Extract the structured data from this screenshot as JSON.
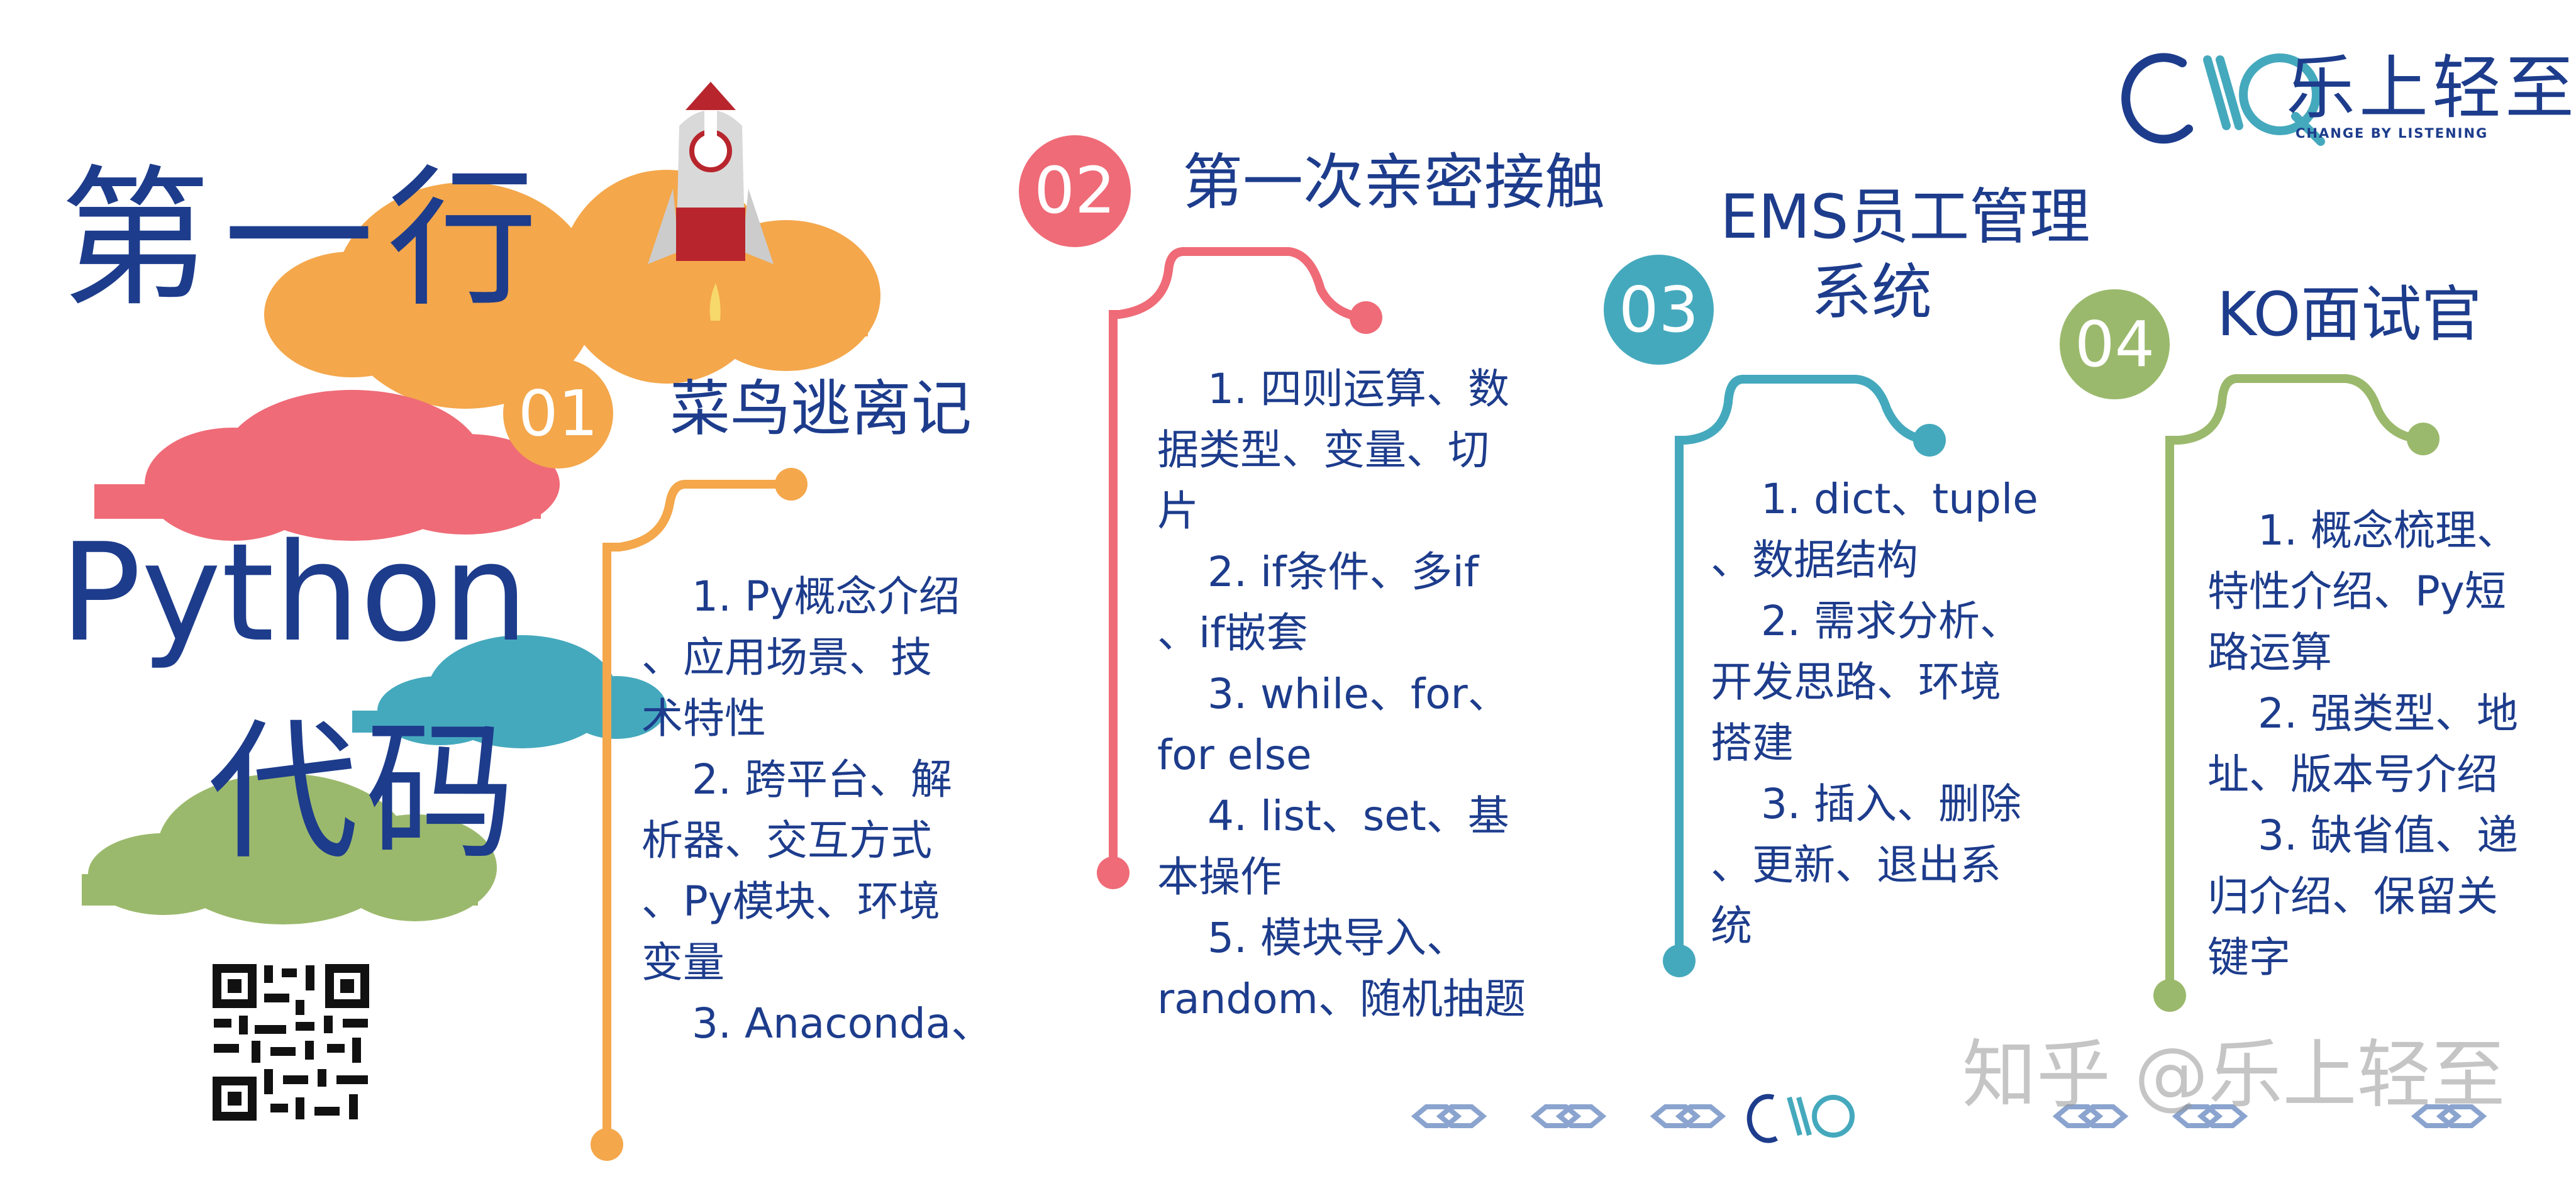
{
  "main_title": {
    "line1": "第一行",
    "line2": "Python",
    "line3": "代码"
  },
  "logo": {
    "name": "乐上轻至",
    "tagline": "CHANGE BY LISTENING"
  },
  "watermark": "知乎 @乐上轻至",
  "colors": {
    "navy": "#1d3c8c",
    "orange": "#f4a74b",
    "pink": "#ef6b77",
    "teal": "#45a9bd",
    "green": "#9bb96c"
  },
  "sections": [
    {
      "number": "01",
      "title": "菜鸟逃离记",
      "lines": [
        "1. Py概念介绍",
        "、应用场景、技",
        "术特性",
        "2. 跨平台、解",
        "析器、交互方式",
        "、Py模块、环境",
        "变量",
        "3. Anaconda、"
      ]
    },
    {
      "number": "02",
      "title": "第一次亲密接触",
      "lines": [
        "1. 四则运算、数",
        "据类型、变量、切",
        "片",
        "2. if条件、多if",
        "、if嵌套",
        "3. while、for、",
        "for else",
        "4. list、set、基",
        "本操作",
        "5. 模块导入、",
        "random、随机抽题"
      ]
    },
    {
      "number": "03",
      "title_line1": "EMS员工管理",
      "title_line2": "系统",
      "lines": [
        "1. dict、tuple",
        "、数据结构",
        "2. 需求分析、",
        "开发思路、环境",
        "搭建",
        "3. 插入、删除",
        "、更新、退出系",
        "统"
      ]
    },
    {
      "number": "04",
      "title": "KO面试官",
      "lines": [
        "1. 概念梳理、",
        "特性介绍、Py短",
        "路运算",
        "2. 强类型、地",
        "址、版本号介绍",
        "3. 缺省值、递",
        "归介绍、保留关",
        "键字"
      ]
    }
  ]
}
